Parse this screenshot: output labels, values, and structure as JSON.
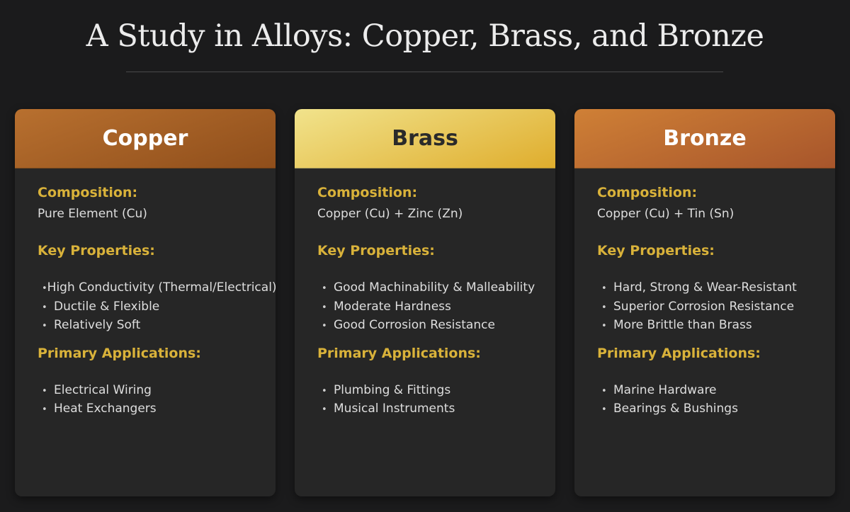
{
  "page": {
    "title": "A Study in Alloys: Copper, Brass, and Bronze"
  },
  "labels": {
    "composition": "Composition:",
    "key_properties": "Key Properties:",
    "primary_applications": "Primary Applications:",
    "bullet": "•"
  },
  "colors": {
    "background": "#1b1b1c",
    "card_body": "#262626",
    "heading_gold": "#d9b23a",
    "body_text": "#dedede",
    "copper_gradient": [
      "#b8702f",
      "#8f4e1b"
    ],
    "brass_gradient": [
      "#f1e38c",
      "#dfad2d"
    ],
    "bronze_gradient": [
      "#cf8036",
      "#a7552b"
    ]
  },
  "cards": [
    {
      "name": "Copper",
      "composition": "Pure Element (Cu)",
      "properties": [
        "High Conductivity (Thermal/Electrical)",
        "Ductile & Flexible",
        "Relatively Soft"
      ],
      "applications": [
        "Electrical Wiring",
        "Heat Exchangers"
      ]
    },
    {
      "name": "Brass",
      "composition": "Copper (Cu) + Zinc (Zn)",
      "properties": [
        "Good Machinability & Malleability",
        "Moderate Hardness",
        "Good Corrosion Resistance"
      ],
      "applications": [
        "Plumbing & Fittings",
        "Musical Instruments"
      ]
    },
    {
      "name": "Bronze",
      "composition": "Copper (Cu) + Tin (Sn)",
      "properties": [
        "Hard, Strong & Wear-Resistant",
        "Superior Corrosion Resistance",
        "More Brittle than Brass"
      ],
      "applications": [
        "Marine Hardware",
        "Bearings & Bushings"
      ]
    }
  ]
}
